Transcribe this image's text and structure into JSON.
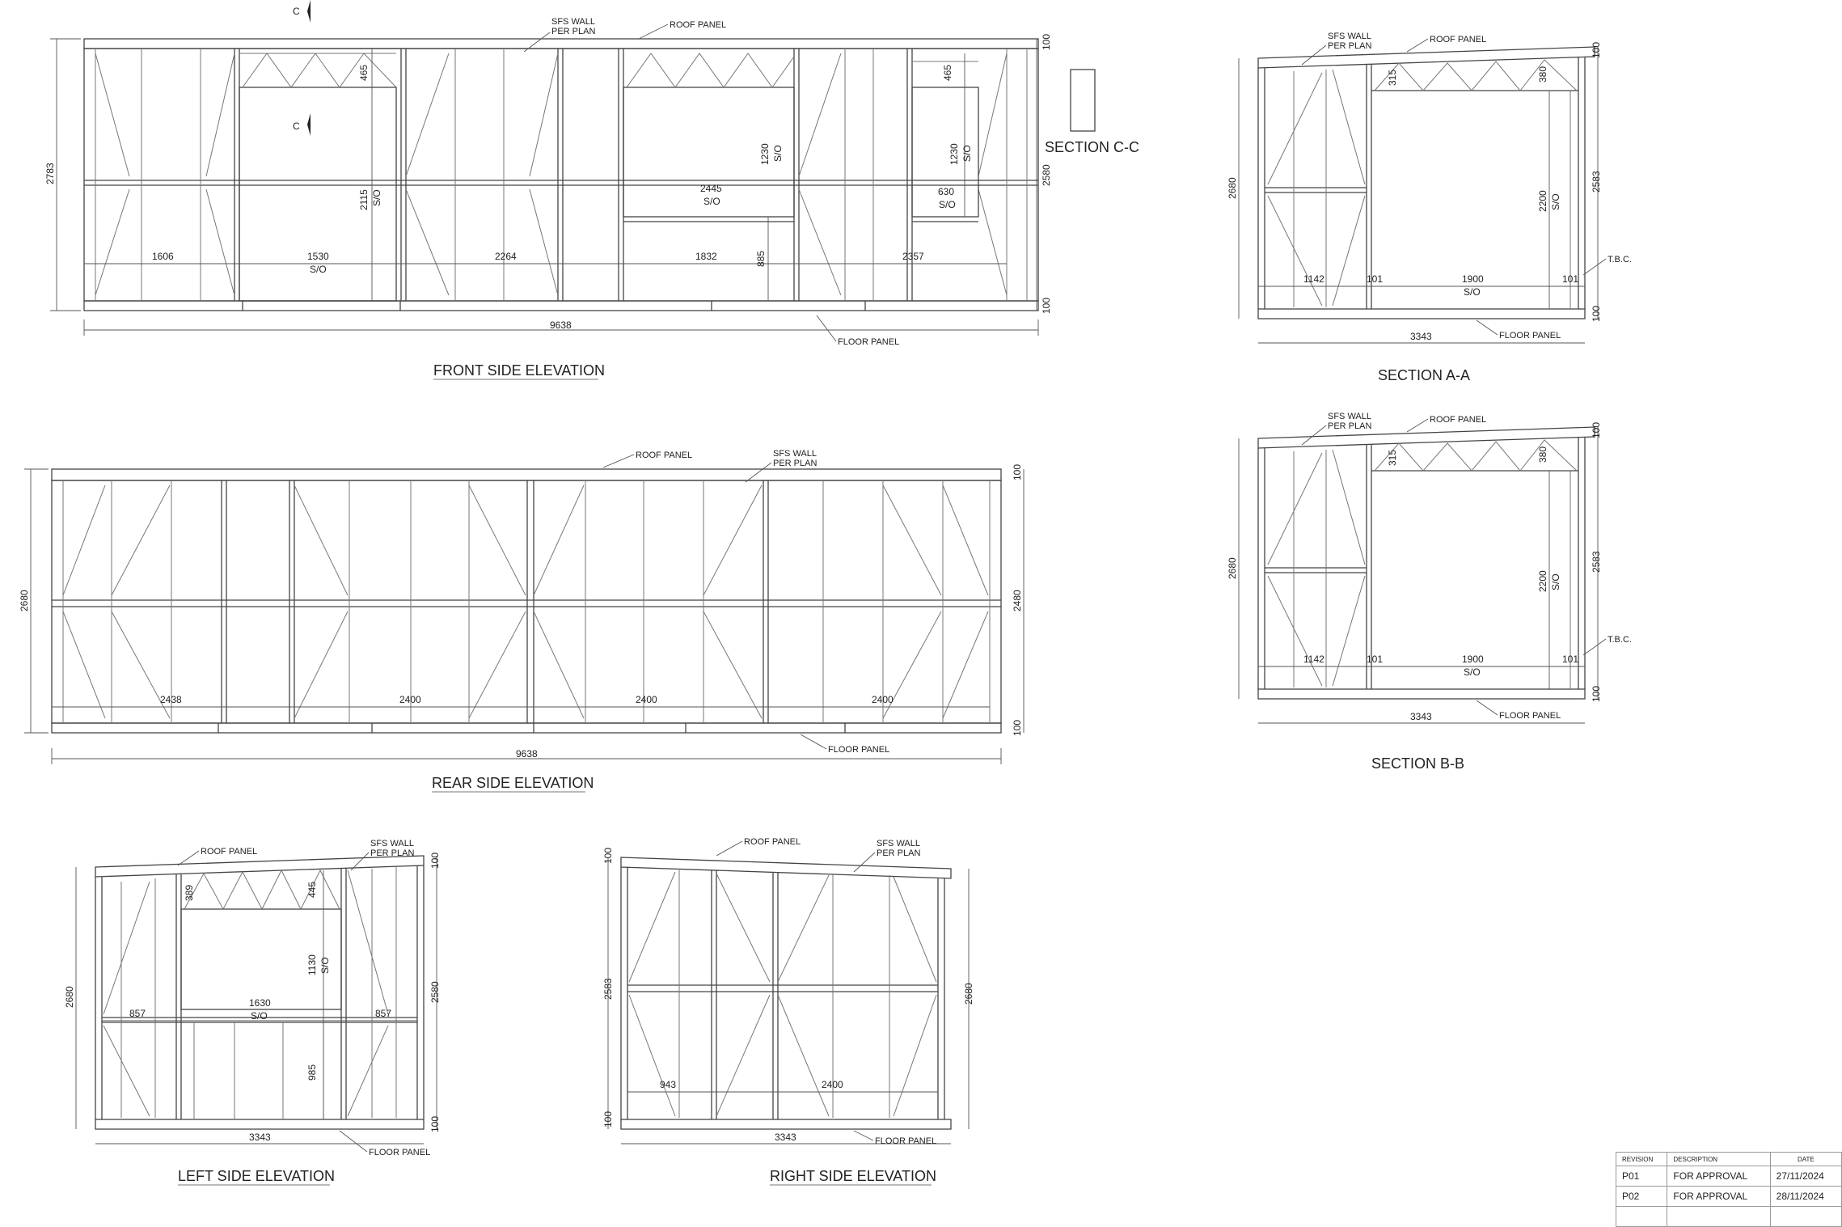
{
  "views": {
    "front": {
      "title": "FRONT SIDE ELEVATION",
      "roof_label": "ROOF PANEL",
      "wall_label_1": "SFS WALL",
      "wall_label_2": "PER PLAN",
      "floor_label": "FLOOR PANEL",
      "section_marker": "C",
      "dims": {
        "overall_height": "2783",
        "overall_length": "9638",
        "top": "100",
        "bottom": "100",
        "wall_height": "2580",
        "bay1": "1606",
        "bay2": "1530",
        "bay2_so": "S/O",
        "bay3": "2264",
        "bay4": "1832",
        "bay5": "2357",
        "door_height": "2115",
        "door_so": "S/O",
        "lintel1": "465",
        "lintel2": "465",
        "win1_height": "1230",
        "win1_so": "S/O",
        "win1_width": "2445",
        "win1_wso": "S/O",
        "sill": "885",
        "win2_height": "1230",
        "win2_so": "S/O",
        "win2_width": "630",
        "win2_wso": "S/O"
      }
    },
    "section_cc": {
      "title": "SECTION C-C"
    },
    "rear": {
      "title": "REAR SIDE ELEVATION",
      "roof_label": "ROOF PANEL",
      "wall_label_1": "SFS WALL",
      "wall_label_2": "PER PLAN",
      "floor_label": "FLOOR PANEL",
      "dims": {
        "overall_height": "2680",
        "overall_length": "9638",
        "top": "100",
        "bottom": "100",
        "wall_height": "2480",
        "bay1": "2438",
        "bay2": "2400",
        "bay3": "2400",
        "bay4": "2400"
      }
    },
    "section_aa": {
      "title": "SECTION A-A",
      "roof_label": "ROOF PANEL",
      "wall_label_1": "SFS WALL",
      "wall_label_2": "PER PLAN",
      "floor_label": "FLOOR PANEL",
      "tbc": "T.B.C.",
      "dims": {
        "overall_height": "2680",
        "right_height": "2583",
        "top": "100",
        "bottom": "100",
        "truss_left": "315",
        "truss_right": "380",
        "opening_height": "2200",
        "opening_so": "S/O",
        "w1": "1142",
        "w2": "101",
        "w3": "1900",
        "w3_so": "S/O",
        "w4": "101",
        "length": "3343"
      }
    },
    "section_bb": {
      "title": "SECTION B-B",
      "roof_label": "ROOF PANEL",
      "wall_label_1": "SFS WALL",
      "wall_label_2": "PER PLAN",
      "floor_label": "FLOOR PANEL",
      "tbc": "T.B.C.",
      "dims": {
        "overall_height": "2680",
        "right_height": "2583",
        "top": "100",
        "bottom": "100",
        "truss_left": "315",
        "truss_right": "380",
        "opening_height": "2200",
        "opening_so": "S/O",
        "w1": "1142",
        "w2": "101",
        "w3": "1900",
        "w3_so": "S/O",
        "w4": "101",
        "length": "3343"
      }
    },
    "left": {
      "title": "LEFT SIDE ELEVATION",
      "roof_label": "ROOF PANEL",
      "wall_label_1": "SFS WALL",
      "wall_label_2": "PER PLAN",
      "floor_label": "FLOOR PANEL",
      "dims": {
        "overall_height": "2680",
        "wall_height": "2580",
        "top": "100",
        "bottom": "100",
        "truss_left": "389",
        "lintel": "445",
        "win_height": "1130",
        "win_so": "S/O",
        "w1": "857",
        "w2": "1630",
        "w2_so": "S/O",
        "w3": "857",
        "sill": "985",
        "length": "3343"
      }
    },
    "right": {
      "title": "RIGHT SIDE ELEVATION",
      "roof_label": "ROOF PANEL",
      "wall_label_1": "SFS WALL",
      "wall_label_2": "PER PLAN",
      "floor_label": "FLOOR PANEL",
      "dims": {
        "left_height": "2583",
        "overall_height": "2680",
        "top": "100",
        "bottom": "100",
        "w1": "943",
        "w2": "2400",
        "length": "3343"
      }
    }
  },
  "revision_table": {
    "headers": {
      "revision": "REVISION",
      "description": "DESCRIPTION",
      "date": "DATE"
    },
    "rows": [
      {
        "revision": "P01",
        "description": "FOR APPROVAL",
        "date": "27/11/2024"
      },
      {
        "revision": "P02",
        "description": "FOR APPROVAL",
        "date": "28/11/2024"
      },
      {
        "revision": "",
        "description": "",
        "date": ""
      }
    ]
  }
}
